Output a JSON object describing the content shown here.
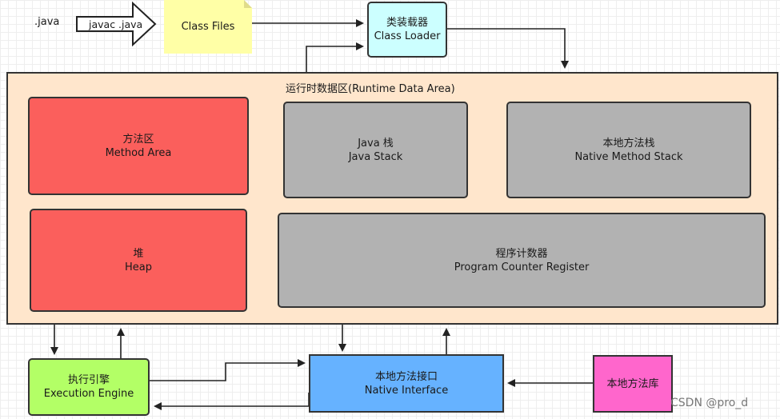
{
  "source": {
    "label": ".java"
  },
  "compile": {
    "label": "javac .java"
  },
  "class_files": {
    "label": "Class Files"
  },
  "class_loader": {
    "label_cn": "类装载器",
    "label_en": "Class Loader"
  },
  "runtime_area": {
    "title": "运行时数据区(Runtime Data Area)"
  },
  "method_area": {
    "label_cn": "方法区",
    "label_en": "Method Area"
  },
  "java_stack": {
    "label_cn": "Java 栈",
    "label_en": "Java Stack"
  },
  "native_method_stack": {
    "label_cn": "本地方法栈",
    "label_en": "Native Method Stack"
  },
  "heap": {
    "label_cn": "堆",
    "label_en": "Heap"
  },
  "pc_register": {
    "label_cn": "程序计数器",
    "label_en": "Program Counter Register"
  },
  "execution_engine": {
    "label_cn": "执行引擎",
    "label_en": "Execution Engine"
  },
  "native_interface": {
    "label_cn": "本地方法接口",
    "label_en": "Native Interface"
  },
  "native_library": {
    "label": "本地方法库"
  },
  "watermark": "CSDN @pro_d",
  "colors": {
    "class_loader": "#ccffff",
    "method_heap": "#fb5f5c",
    "stacks_pc": "#b2b2b2",
    "runtime_area": "#ffe6cc",
    "execution_engine": "#b3ff66",
    "native_interface": "#66b2ff",
    "native_library": "#ff66cc",
    "class_files": "#ffffa6"
  }
}
